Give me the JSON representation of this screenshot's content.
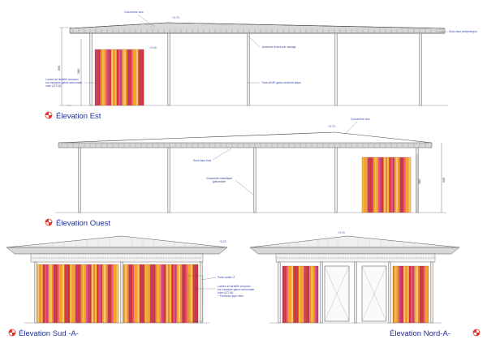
{
  "colors": {
    "stripes": [
      "#f5a01e",
      "#d63c2a",
      "#e9be4a",
      "#c63a7a",
      "#f08b2a",
      "#e2557f",
      "#f4c969",
      "#d8322c",
      "#f0a33a",
      "#b83a66"
    ],
    "annotation": "#3a49a8",
    "title": "#1f2fa0",
    "symbol": "#e1362c"
  },
  "elevations": {
    "est": {
      "title": "Élevation Est",
      "labels": {
        "couverture": "Couverture zinc",
        "ridge_height": "+3.70",
        "sous_face": "Sous face périphérique",
        "armature": "Jouvence fixées par vissage",
        "panel_height": "+2.40",
        "lames": "Lames de stratifié compact\nsur ossature galva horizontale\ncolor (IZT16)",
        "tube": "Tube ø9.80 galva sectioné laqué",
        "dim_total": "335",
        "dim_panel": "280"
      }
    },
    "ouest": {
      "title": "Élevation Ouest",
      "labels": {
        "couverture": "Couverture zinc",
        "ridge_height": "+3.70",
        "sous_face": "Sous face bois",
        "charpente": "Charpente métallique\ngalvanisée",
        "dim_panel": "280",
        "dim_total": "335"
      }
    },
    "sud": {
      "title": "Élevation Sud -A-",
      "labels": {
        "height": "+3.20",
        "porte": "Porte avale LT",
        "lames": "Lames de stratifié compact\nsur ossature galva horizontale\ncolor (IZT16)\n+ Panneau type mino"
      }
    },
    "nord": {
      "title": "Élevation Nord-A-",
      "labels": {
        "height": "+3.70"
      }
    }
  }
}
